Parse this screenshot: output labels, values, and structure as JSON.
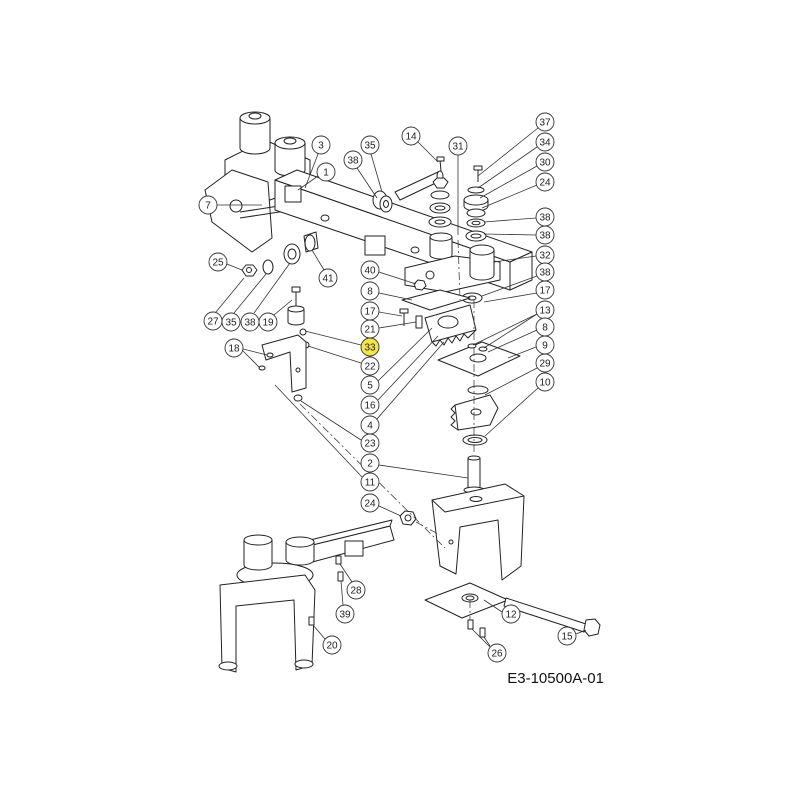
{
  "diagram_code": "E3-10500A-01",
  "callouts": [
    "3",
    "1",
    "7",
    "35",
    "38",
    "14",
    "31",
    "37",
    "34",
    "30",
    "24",
    "38",
    "38",
    "32",
    "38",
    "17",
    "13",
    "8",
    "9",
    "29",
    "10",
    "41",
    "40",
    "8",
    "17",
    "21",
    "33",
    "22",
    "5",
    "16",
    "4",
    "23",
    "2",
    "11",
    "24",
    "25",
    "27",
    "35",
    "38",
    "19",
    "18",
    "28",
    "39",
    "20",
    "12",
    "26",
    "15"
  ],
  "colors": {
    "line": "#222222",
    "highlight": "#f3e64a",
    "background": "#ffffff"
  }
}
